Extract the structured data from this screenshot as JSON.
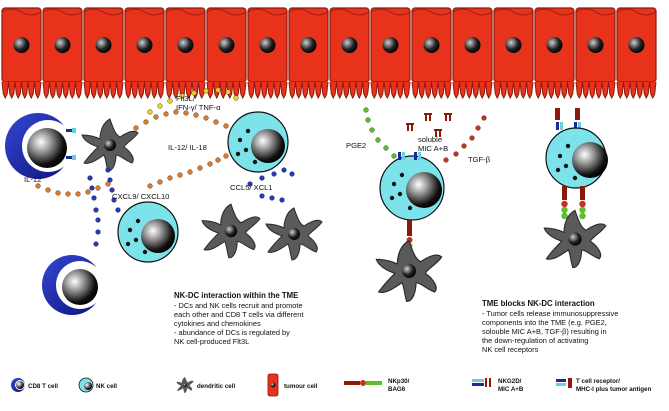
{
  "labels": {
    "flt3l": "Flt3L/",
    "ifn": "IFN-γ/ TNF-α",
    "il12_il18": "IL-12/ IL-18",
    "il12": "IL-12",
    "cxcl": "CXCL9/ CXCL10",
    "ccl5": "CCL5/ XCL1",
    "pge2": "PGE2",
    "soluble": "soluble",
    "mic": "MIC A+B",
    "tgfb": "TGF-β"
  },
  "box_left": {
    "title": "NK-DC interaction within the TME",
    "lines": [
      "- DCs and NK cells recruit and promote",
      "each other and CD8 T cells via different",
      "cytokines and chemokines",
      "- abundance of DCs is regulated by",
      "NK cell-produced Flt3L"
    ]
  },
  "box_right": {
    "title": "TME blocks NK-DC interaction",
    "lines": [
      "- Tumor cells release immunosuppressive",
      "components into the TME (e.g. PGE2,",
      "solouble MIC A+B, TGF-β) resulting in",
      "the down-regulation of activating",
      "NK cell receptors"
    ]
  },
  "legend": {
    "cd8": "CD8 T cell",
    "nk": "NK cell",
    "dc": "dendritic cell",
    "tumour": "tumour cell",
    "nkp30_1": "NKp30/",
    "nkp30_2": "BAG6",
    "nkg2d_1": "NKG2D/",
    "nkg2d_2": "MIC A+B",
    "tcr_1": "T cell receptor/",
    "tcr_2": "MHC-I plus tumor antigen"
  },
  "colors": {
    "tumour": "#e8321c",
    "tumour_border": "#8b1a0c",
    "nk": "#7de3ea",
    "cd8": "#1f2fb5",
    "dc": "#555555",
    "dot_orange": "#e07a28",
    "dot_yellow": "#e8d21c",
    "dot_blue": "#2638c0",
    "dot_green": "#5bc02a",
    "dot_red": "#c8321c"
  }
}
